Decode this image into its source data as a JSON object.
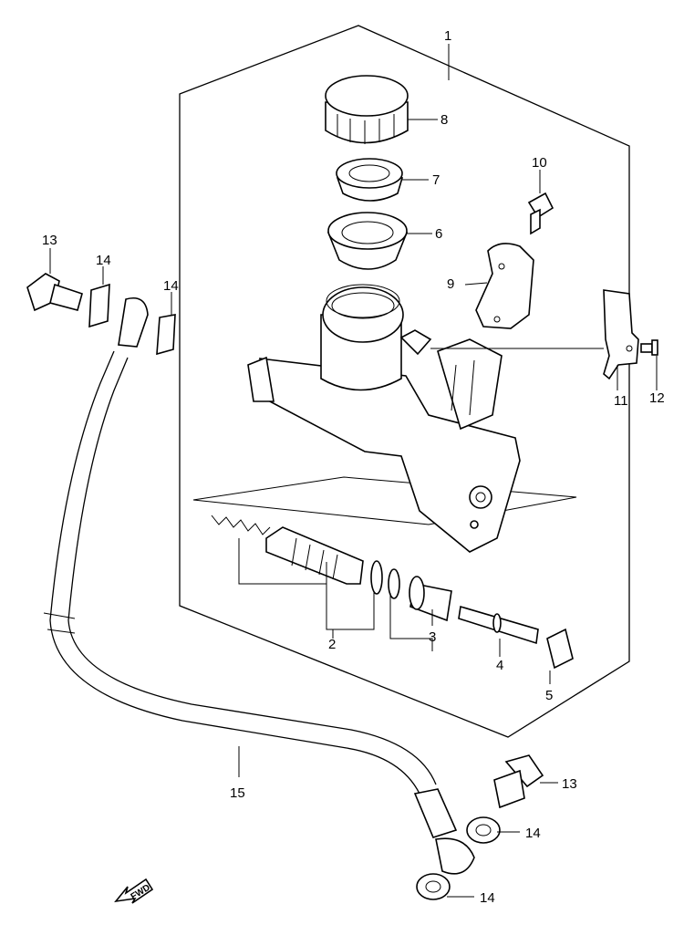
{
  "callouts": {
    "c1": "1",
    "c2": "2",
    "c3": "3",
    "c4": "4",
    "c5": "5",
    "c6": "6",
    "c7": "7",
    "c8": "8",
    "c9": "9",
    "c10": "10",
    "c11": "11",
    "c12": "12",
    "c13a": "13",
    "c13b": "13",
    "c14a": "14",
    "c14b": "14",
    "c14c": "14",
    "c14d": "14",
    "c15": "15"
  },
  "fwd_label": "FWD"
}
